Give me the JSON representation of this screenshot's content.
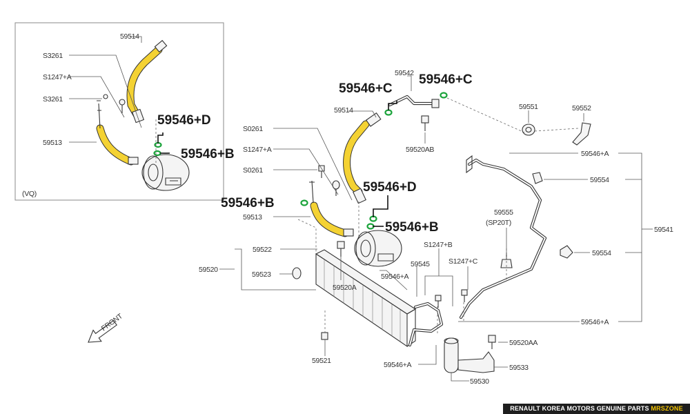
{
  "diagram": {
    "inset": {
      "variant": "(VQ)",
      "labels": [
        "59514",
        "S3261",
        "S1247+A",
        "S3261",
        "59513"
      ],
      "callouts": [
        "59546+D",
        "59546+B"
      ]
    },
    "main": {
      "labels": [
        "59542",
        "59514",
        "S0261",
        "S1247+A",
        "S0261",
        "59513",
        "59520AB",
        "59551",
        "59552",
        "59546+A",
        "59554",
        "59541",
        "59555",
        "(SP20T)",
        "59554",
        "S1247+B",
        "S1247+C",
        "59545",
        "59546+A",
        "59522",
        "59520",
        "59523",
        "59520A",
        "59546+A",
        "59520AA",
        "59533",
        "59530",
        "59546+A",
        "59521"
      ],
      "callouts": [
        "59546+C",
        "59546+C",
        "59546+D",
        "59546+B",
        "59546+B"
      ],
      "front_label": "FRONT"
    },
    "icons": {
      "front_arrow": "front-direction-arrow-icon"
    },
    "colors": {
      "hose": "#f4d233",
      "oring": "#1aa33a",
      "banner_bg": "#1e1e1e",
      "brand": "#f2c200"
    }
  },
  "footer": {
    "text": "RENAULT KOREA MOTORS GENUINE PARTS ",
    "brand": "MRSZONE"
  }
}
